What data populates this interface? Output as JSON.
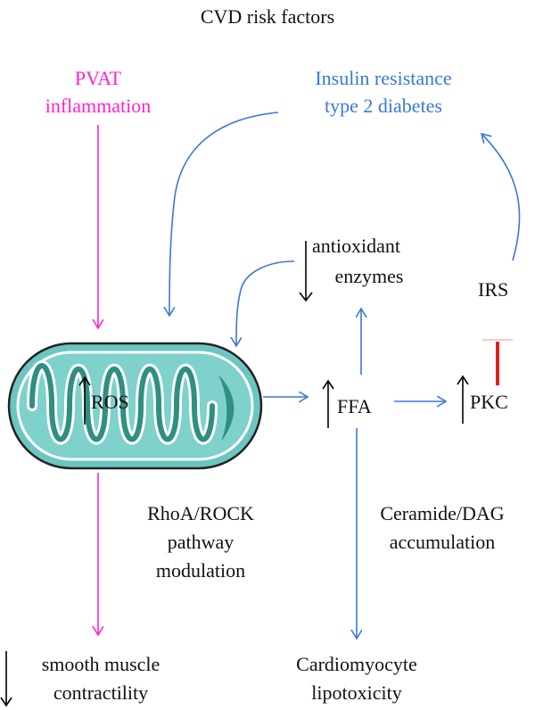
{
  "title": "CVD risk factors",
  "pvat": {
    "line1": "PVAT",
    "line2": "inflammation",
    "color": "#ff22cc"
  },
  "insulin": {
    "line1": "Insulin resistance",
    "line2": "type 2 diabetes",
    "color": "#3b78d8"
  },
  "antioxidant": {
    "line1": "antioxidant",
    "line2": "enzymes"
  },
  "irs": "IRS",
  "ros": "ROS",
  "ffa": "FFA",
  "pkc": "PKC",
  "rhoa": {
    "line1": "RhoA/ROCK",
    "line2": "pathway",
    "line3": "modulation"
  },
  "ceramide": {
    "line1": "Ceramide/DAG",
    "line2": "accumulation"
  },
  "smooth": {
    "line1": "smooth muscle",
    "line2": "contractility"
  },
  "cardio": {
    "line1": "Cardiomyocyte",
    "line2": "lipotoxicity"
  },
  "colors": {
    "arrow_blue": "#3b78d8",
    "arrow_pink": "#ff22cc",
    "inhibit_red": "#e0201a",
    "mito_fill": "#6cc6c0",
    "mito_dark": "#2f8f80"
  }
}
